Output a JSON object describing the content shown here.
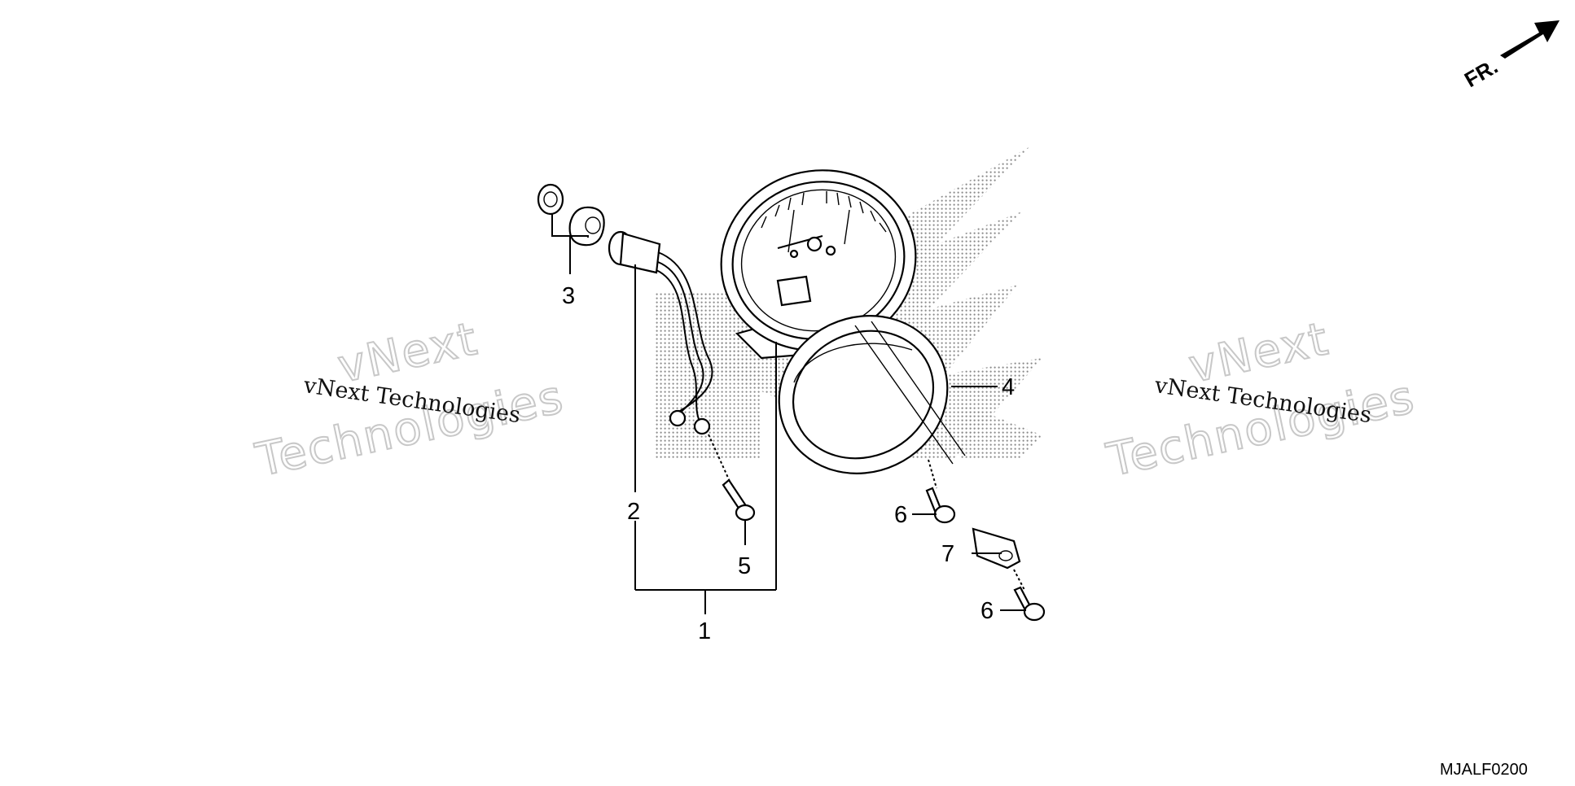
{
  "diagram": {
    "callouts": [
      {
        "id": "1",
        "label": "1"
      },
      {
        "id": "2",
        "label": "2"
      },
      {
        "id": "3",
        "label": "3"
      },
      {
        "id": "4",
        "label": "4"
      },
      {
        "id": "5",
        "label": "5"
      },
      {
        "id": "6a",
        "label": "6"
      },
      {
        "id": "6b",
        "label": "6"
      },
      {
        "id": "7",
        "label": "7"
      }
    ],
    "direction_label": "FR.",
    "diagram_code": "MJALF0200"
  },
  "watermark": {
    "line_small": "vNext Technologies",
    "line_big_top": "vNext",
    "line_big_bottom": "Technologies"
  },
  "colors": {
    "ink": "#000000",
    "screen": "#9a9a9a",
    "watermark_outline": "#c8c8c8"
  }
}
